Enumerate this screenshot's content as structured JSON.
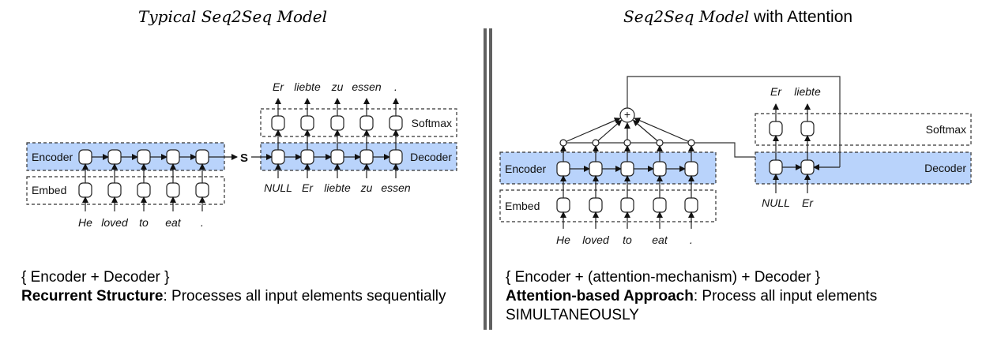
{
  "left_panel": {
    "title": "Typical Seq2Seq Model",
    "caption": {
      "line1": "{ Encoder + Decoder }",
      "bold": "Recurrent Structure",
      "rest": ":  Processes all input elements sequentially"
    },
    "diagram": {
      "encoder_label": "Encoder",
      "embed_label": "Embed",
      "softmax_label": "Softmax",
      "decoder_label": "Decoder",
      "state_label": "S",
      "inputs": [
        "He",
        "loved",
        "to",
        "eat",
        "."
      ],
      "decoder_inputs": [
        "NULL",
        "Er",
        "liebte",
        "zu",
        "essen"
      ],
      "outputs": [
        "Er",
        "liebte",
        "zu",
        "essen",
        "."
      ]
    }
  },
  "right_panel": {
    "title_math": "Seq2Seq Model",
    "title_plain": " with Attention",
    "caption": {
      "line1": "{ Encoder + (attention-mechanism) + Decoder }",
      "bold": "Attention-based Approach",
      "rest": ": Process all input elements SIMULTANEOUSLY"
    },
    "diagram": {
      "encoder_label": "Encoder",
      "embed_label": "Embed",
      "softmax_label": "Softmax",
      "decoder_label": "Decoder",
      "sum_symbol": "+",
      "inputs": [
        "He",
        "loved",
        "to",
        "eat",
        "."
      ],
      "decoder_inputs": [
        "NULL",
        "Er"
      ],
      "outputs": [
        "Er",
        "liebte"
      ]
    }
  },
  "colors": {
    "band_fill": "#b9d3fb",
    "line": "#333333",
    "divider": "#606060"
  }
}
